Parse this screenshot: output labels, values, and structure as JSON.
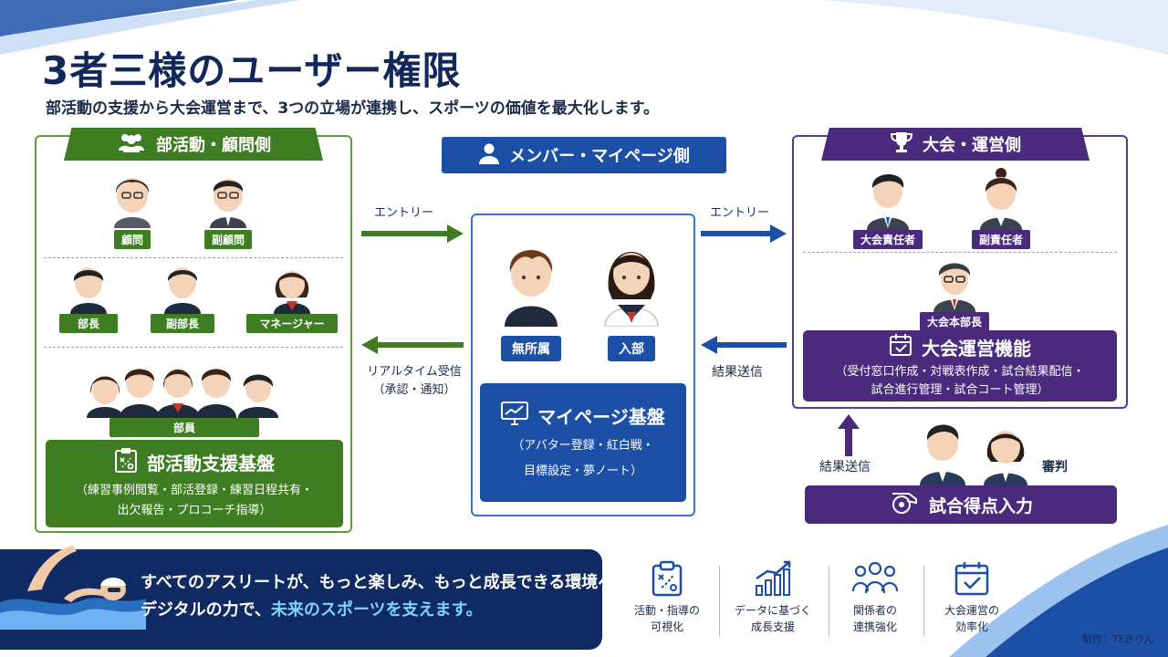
{
  "header": {
    "title": "3者三様のユーザー権限",
    "subtitle": "部活動の支援から大会運営まで、3つの立場が連携し、スポーツの価値を最大化します。"
  },
  "club": {
    "heading": "部活動・顧問側",
    "icon": "users-icon",
    "roles_top": [
      "顧問",
      "副顧問"
    ],
    "roles_mid": [
      "部長",
      "副部長",
      "マネージャー"
    ],
    "roles_members": "部員",
    "platform": {
      "title": "部活動支援基盤",
      "desc_line1": "（練習事例閲覧・部活登録・練習日程共有・",
      "desc_line2": "出欠報告・プロコーチ指導）"
    }
  },
  "member": {
    "heading": "メンバー・マイページ側",
    "icon": "user-icon",
    "roles": [
      "無所属",
      "入部"
    ],
    "platform": {
      "title": "マイページ基盤",
      "desc_line1": "（アバター登録・紅白戦・",
      "desc_line2": "目標設定・夢ノート）"
    }
  },
  "tournament": {
    "heading": "大会・運営側",
    "icon": "trophy-icon",
    "roles_top": [
      "大会責任者",
      "副責任者"
    ],
    "role_head": "大会本部長",
    "ops": {
      "title": "大会運営機能",
      "desc_line1": "（受付窓口作成・対戦表作成・試合結果配信・",
      "desc_line2": "試合進行管理・試合コート管理）"
    },
    "results_label": "結果送信",
    "referee_label": "審判",
    "score": {
      "title": "試合得点入力"
    }
  },
  "flows": {
    "entry_left": "エントリー",
    "entry_right": "エントリー",
    "realtime_line1": "リアルタイム受信",
    "realtime_line2": "（承認・通知）",
    "results": "結果送信"
  },
  "footer": {
    "line1": "すべてのアスリートが、もっと楽しみ、もっと成長できる環境へ。",
    "line2_prefix": "デジタルの力で、",
    "line2_highlight": "未来のスポーツを支えます。",
    "features": [
      {
        "icon": "tactics-board-icon",
        "line1": "活動・指導の",
        "line2": "可視化"
      },
      {
        "icon": "growth-chart-icon",
        "line1": "データに基づく",
        "line2": "成長支援"
      },
      {
        "icon": "team-people-icon",
        "line1": "関係者の",
        "line2": "連携強化"
      },
      {
        "icon": "calendar-check-icon",
        "line1": "大会運営の",
        "line2": "効率化"
      }
    ],
    "credit": "制作：TFきりん"
  },
  "colors": {
    "green": "#3f7d22",
    "purple": "#4a2a7c",
    "blue": "#1c4fa6",
    "navy": "#102a63",
    "highlight": "#7fd3ff"
  }
}
